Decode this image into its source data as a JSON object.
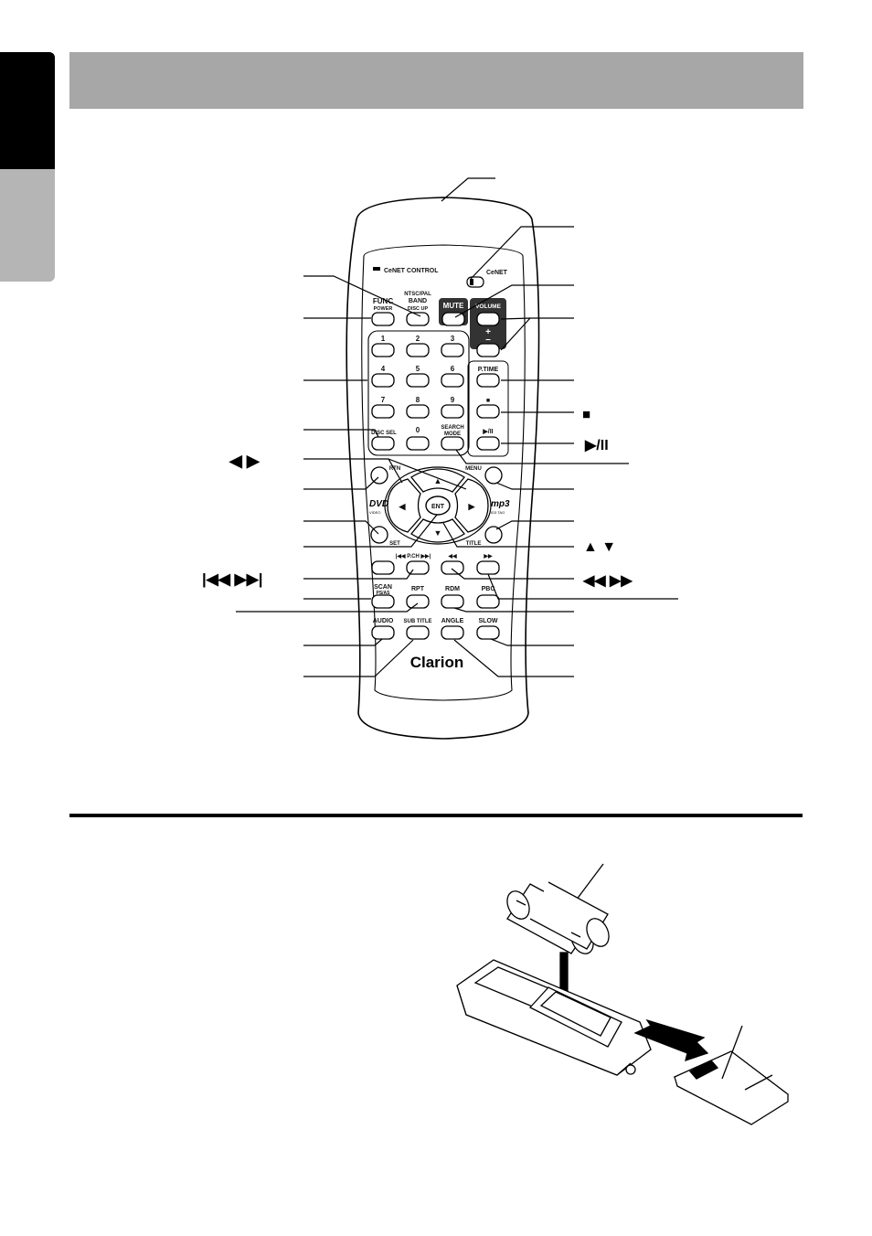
{
  "panel": {
    "header_bar_color": "#a7a7a7",
    "tab_top_color": "#000000",
    "tab_bottom_color": "#b5b5b5"
  },
  "remote": {
    "cenet_label": "CeNET CONTROL",
    "cenet_switch_label": "CeNET",
    "brand": "Clarion",
    "dvd_logo": "DVD",
    "dvd_logo_sub": "VIDEO",
    "mp3_logo": "mp3",
    "mp3_logo_sub": "ID3 TAG",
    "buttons": {
      "func": "FUNC",
      "power": "POWER",
      "ntsc_pal": "NTSC/PAL",
      "band": "BAND",
      "disc_up": "DISC UP",
      "mute": "MUTE",
      "volume": "VOLUME",
      "plus": "+",
      "minus": "–",
      "num1": "1",
      "num2": "2",
      "num3": "3",
      "num4": "4",
      "num5": "5",
      "num6": "6",
      "num7": "7",
      "num8": "8",
      "num9": "9",
      "num0": "0",
      "ptime": "P.TIME",
      "stop": "■",
      "disc_sel": "DISC SEL",
      "search": "SEARCH",
      "mode": "MODE",
      "play_pause": "▶/II",
      "rtn": "RTN",
      "menu": "MENU",
      "ent": "ENT",
      "set": "SET",
      "title": "TITLE",
      "prev_next": "|◀◀ P.CH ▶▶|",
      "rew": "◀◀",
      "ff": "▶▶",
      "scan": "SCAN",
      "ps_as": "PS/AS",
      "rpt": "RPT",
      "rdm": "RDM",
      "pbc": "PBC",
      "audio": "AUDIO",
      "sub_title": "SUB TITLE",
      "angle": "ANGLE",
      "slow": "SLOW",
      "up": "▲",
      "down": "▼",
      "left": "◀",
      "right": "▶"
    }
  },
  "callouts": {
    "left_arrows": "◀   ▶",
    "left_skip": "|◀◀   ▶▶|",
    "right_stop": "■",
    "right_play": "▶/II",
    "right_updown": "▲   ▼",
    "right_ffrew": "◀◀   ▶▶"
  }
}
